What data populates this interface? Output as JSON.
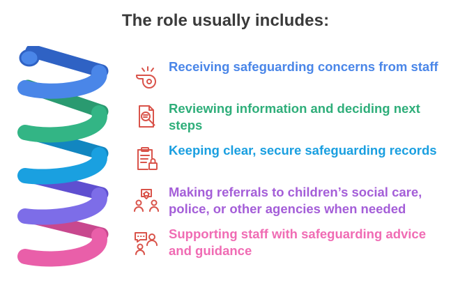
{
  "title": "The role usually includes:",
  "colors": {
    "icon": "#d9534a",
    "title": "#3a3a3a",
    "spiral": [
      "#4a86e8",
      "#33b585",
      "#1aa0e0",
      "#7d6de8",
      "#e95fa9"
    ]
  },
  "items": [
    {
      "text": "Receiving safeguarding concerns from staff",
      "color": "#4a86e8",
      "icon": "whistle-icon"
    },
    {
      "text": "Reviewing information and deciding next steps",
      "color": "#2fae7a",
      "icon": "document-search-icon"
    },
    {
      "text": "Keeping clear, secure safeguarding records",
      "color": "#1a9fe0",
      "icon": "clipboard-lock-icon"
    },
    {
      "text": "Making referrals to children’s social care, police, or other agencies when needed",
      "color": "#a45ed8",
      "icon": "people-home-icon"
    },
    {
      "text": "Supporting staff with safeguarding advice and guidance",
      "color": "#f06cb4",
      "icon": "people-chat-icon"
    }
  ]
}
